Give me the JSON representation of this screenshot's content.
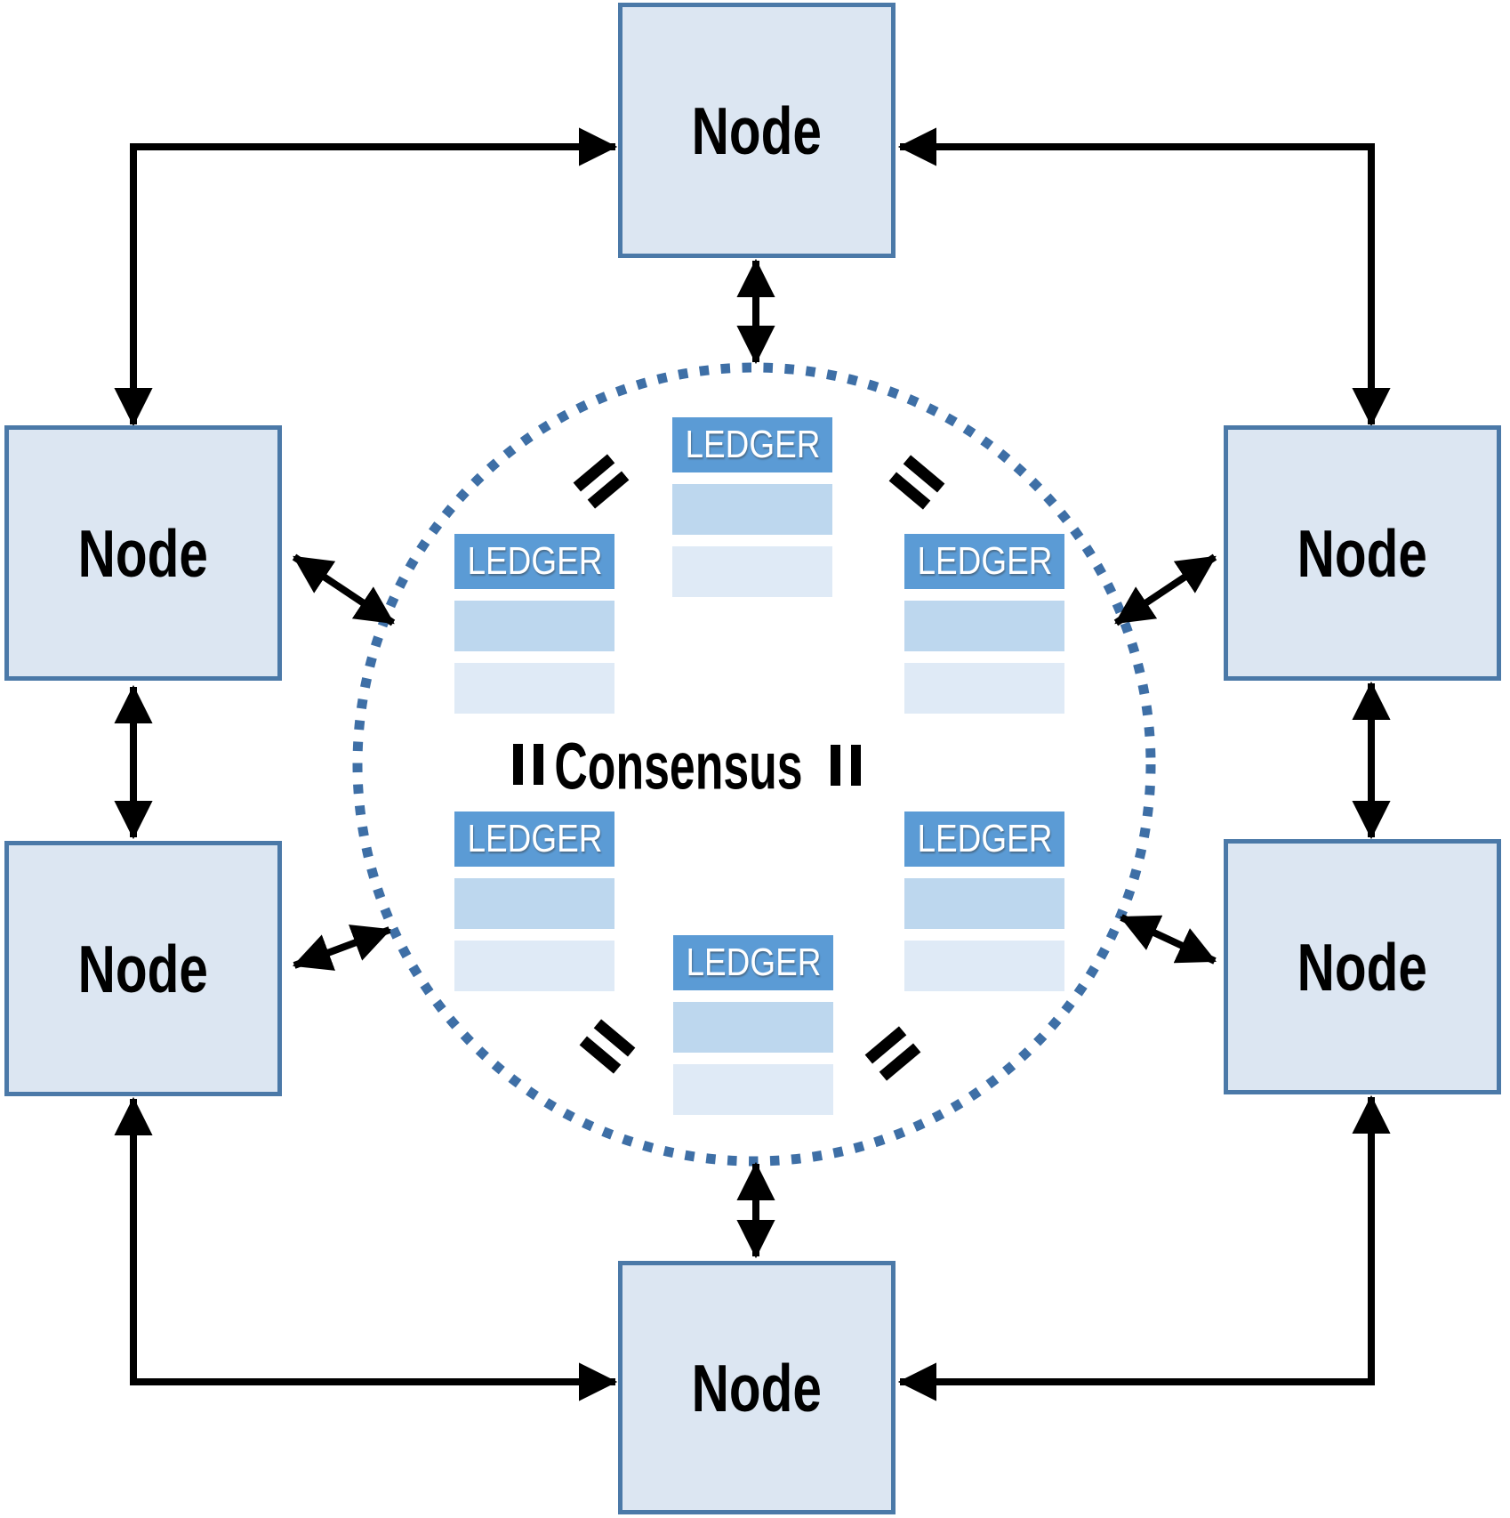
{
  "diagram": {
    "consensus_label": "Consensus",
    "nodes": [
      {
        "id": "node-top",
        "label": "Node"
      },
      {
        "id": "node-left-upper",
        "label": "Node"
      },
      {
        "id": "node-right-upper",
        "label": "Node"
      },
      {
        "id": "node-left-lower",
        "label": "Node"
      },
      {
        "id": "node-right-lower",
        "label": "Node"
      },
      {
        "id": "node-bottom",
        "label": "Node"
      }
    ],
    "ledgers": [
      {
        "id": "ledger-top",
        "label": "LEDGER"
      },
      {
        "id": "ledger-mid-left",
        "label": "LEDGER"
      },
      {
        "id": "ledger-mid-right",
        "label": "LEDGER"
      },
      {
        "id": "ledger-lower-left",
        "label": "LEDGER"
      },
      {
        "id": "ledger-lower-right",
        "label": "LEDGER"
      },
      {
        "id": "ledger-bottom",
        "label": "LEDGER"
      }
    ],
    "icons": {
      "equals_symbol": "equals-sign",
      "connector": "double-headed-arrow",
      "boundary": "dotted-circle"
    },
    "colors": {
      "node_fill": "#dce6f2",
      "node_border": "#4b79a8",
      "ledger_header": "#5b9bd5",
      "ledger_row_medium": "#bdd7ee",
      "ledger_row_light": "#dfeaf6",
      "circle_dots": "#3e6fa6",
      "arrow": "#000000",
      "ledger_text": "#ffffff",
      "label_text": "#000000"
    }
  }
}
